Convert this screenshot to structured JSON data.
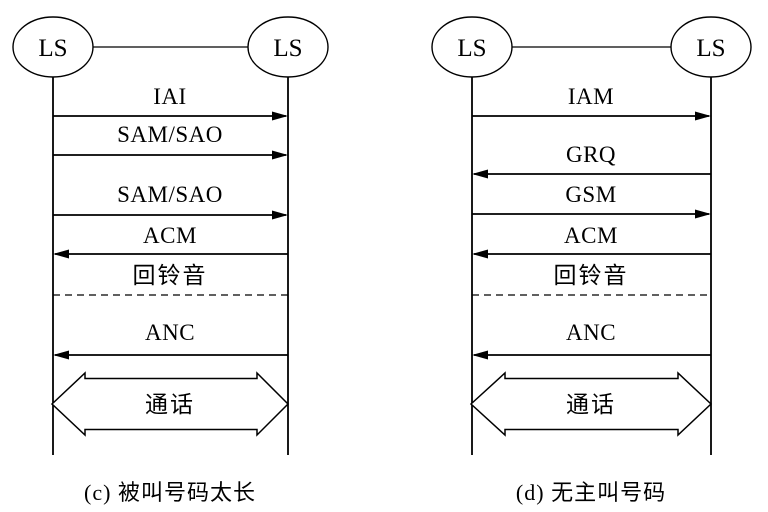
{
  "colors": {
    "line": "#000000",
    "background": "#ffffff"
  },
  "diagrams": [
    {
      "id": "c",
      "left_node": "LS",
      "right_node": "LS",
      "caption": "(c) 被叫号码太长",
      "messages": [
        {
          "label": "IAI",
          "direction": "right"
        },
        {
          "label": "SAM/SAO",
          "direction": "right"
        },
        {
          "label": "SAM/SAO",
          "direction": "right"
        },
        {
          "label": "ACM",
          "direction": "left"
        },
        {
          "label": "回铃音",
          "direction": "dashed-separator"
        },
        {
          "label": "ANC",
          "direction": "left"
        },
        {
          "label": "通话",
          "direction": "both-block"
        }
      ]
    },
    {
      "id": "d",
      "left_node": "LS",
      "right_node": "LS",
      "caption": "(d) 无主叫号码",
      "messages": [
        {
          "label": "IAM",
          "direction": "right"
        },
        {
          "label": "GRQ",
          "direction": "left"
        },
        {
          "label": "GSM",
          "direction": "right"
        },
        {
          "label": "ACM",
          "direction": "left"
        },
        {
          "label": "回铃音",
          "direction": "dashed-separator"
        },
        {
          "label": "ANC",
          "direction": "left"
        },
        {
          "label": "通话",
          "direction": "both-block"
        }
      ]
    }
  ]
}
